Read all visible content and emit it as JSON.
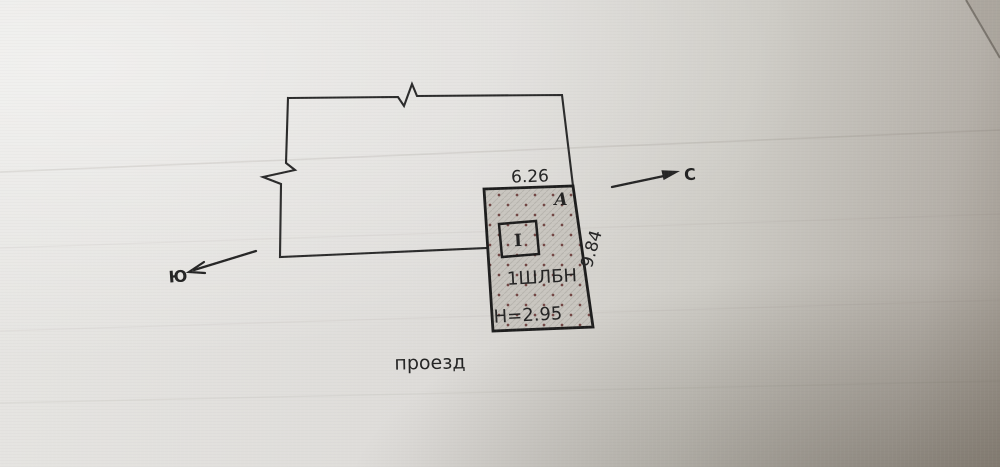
{
  "drawing": {
    "building": {
      "letter": "А",
      "designation": "1ШЛБН",
      "height_label": "Н=2.95",
      "room_numeral": "I",
      "width_dimension": "6.26",
      "depth_dimension": "9.84"
    },
    "compass": {
      "north_label": "С",
      "south_label": "Ю"
    },
    "road_label": "проезд",
    "colors": {
      "paper_light": "#e7e6e3",
      "paper_dark": "#9d968d",
      "ink": "#2b2b2b",
      "building_fill": "#c9c6c0",
      "dot_accent": "#6b3a37"
    }
  }
}
